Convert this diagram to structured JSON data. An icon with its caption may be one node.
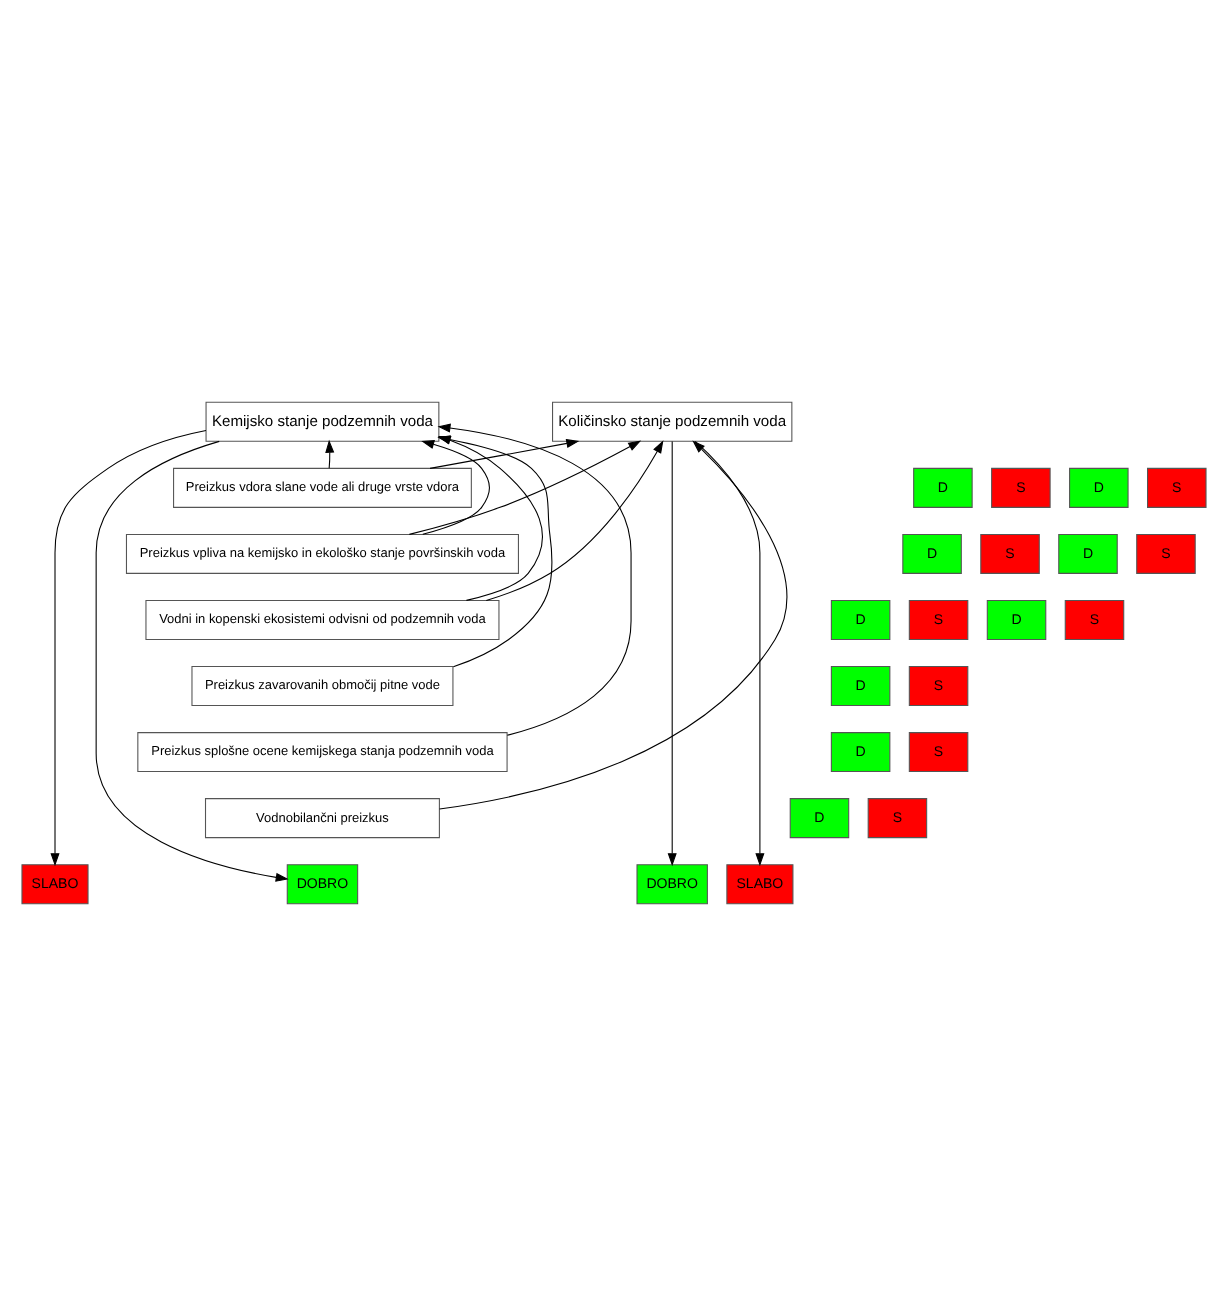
{
  "diagram": {
    "nodes": [
      {
        "text": [
          "Kemijsko stanje podzemnih voda"
        ]
      },
      {
        "text": [
          "Količinsko stanje podzemnih voda"
        ]
      },
      {
        "text": [
          "D"
        ]
      },
      {
        "text": [
          "S"
        ]
      },
      {
        "text": [
          "Preizkus vdora slane vode ali druge vrste vdora"
        ]
      },
      {
        "text": [
          "D"
        ]
      },
      {
        "text": [
          "S"
        ]
      },
      {
        "text": [
          "D"
        ]
      },
      {
        "text": [
          "S"
        ]
      },
      {
        "text": [
          "Preizkus vpliva na kemijsko in ekološko stanje površinskih voda"
        ]
      },
      {
        "text": [
          "D"
        ]
      },
      {
        "text": [
          "S"
        ]
      },
      {
        "text": [
          "D"
        ]
      },
      {
        "text": [
          "S"
        ]
      },
      {
        "text": [
          "Vodni in kopenski ekosistemi odvisni od podzemnih voda"
        ]
      },
      {
        "text": [
          "D"
        ]
      },
      {
        "text": [
          "S"
        ]
      },
      {
        "text": [
          "D"
        ]
      },
      {
        "text": [
          "S"
        ]
      },
      {
        "text": [
          "Preizkus zavarovanih območij pitne vode"
        ]
      },
      {
        "text": [
          "D"
        ]
      },
      {
        "text": [
          "S"
        ]
      },
      {
        "text": [
          "Preizkus splošne ocene kemijskega stanja podzemnih voda"
        ]
      },
      {
        "text": [
          "Vodnobilančni preizkus"
        ]
      },
      {
        "text": [
          "D"
        ]
      },
      {
        "text": [
          "S"
        ]
      },
      {
        "text": [
          "DOBRO"
        ]
      },
      {
        "text": [
          "SLABO"
        ]
      },
      {
        "text": [
          "DOBRO"
        ]
      },
      {
        "text": [
          "SLABO"
        ]
      }
    ],
    "edges": [
      {
        "from": 4,
        "to": 0,
        "arrow": "to"
      },
      {
        "from": 4,
        "to": 1,
        "arrow": "to"
      },
      {
        "from": 9,
        "to": 0,
        "arrow": "to"
      },
      {
        "from": 9,
        "to": 1,
        "arrow": "to"
      },
      {
        "from": 14,
        "to": 0,
        "arrow": "to"
      },
      {
        "from": 14,
        "to": 1,
        "arrow": "to"
      },
      {
        "from": 19,
        "to": 0,
        "arrow": "to"
      },
      {
        "from": 22,
        "to": 0,
        "arrow": "to"
      },
      {
        "from": 23,
        "to": 1,
        "arrow": "to"
      },
      {
        "from": 0,
        "to": 26,
        "arrow": "to"
      },
      {
        "from": 0,
        "to": 27,
        "arrow": "to"
      },
      {
        "from": 1,
        "to": 28,
        "arrow": "to"
      },
      {
        "from": 1,
        "to": 29,
        "arrow": "to"
      }
    ]
  }
}
